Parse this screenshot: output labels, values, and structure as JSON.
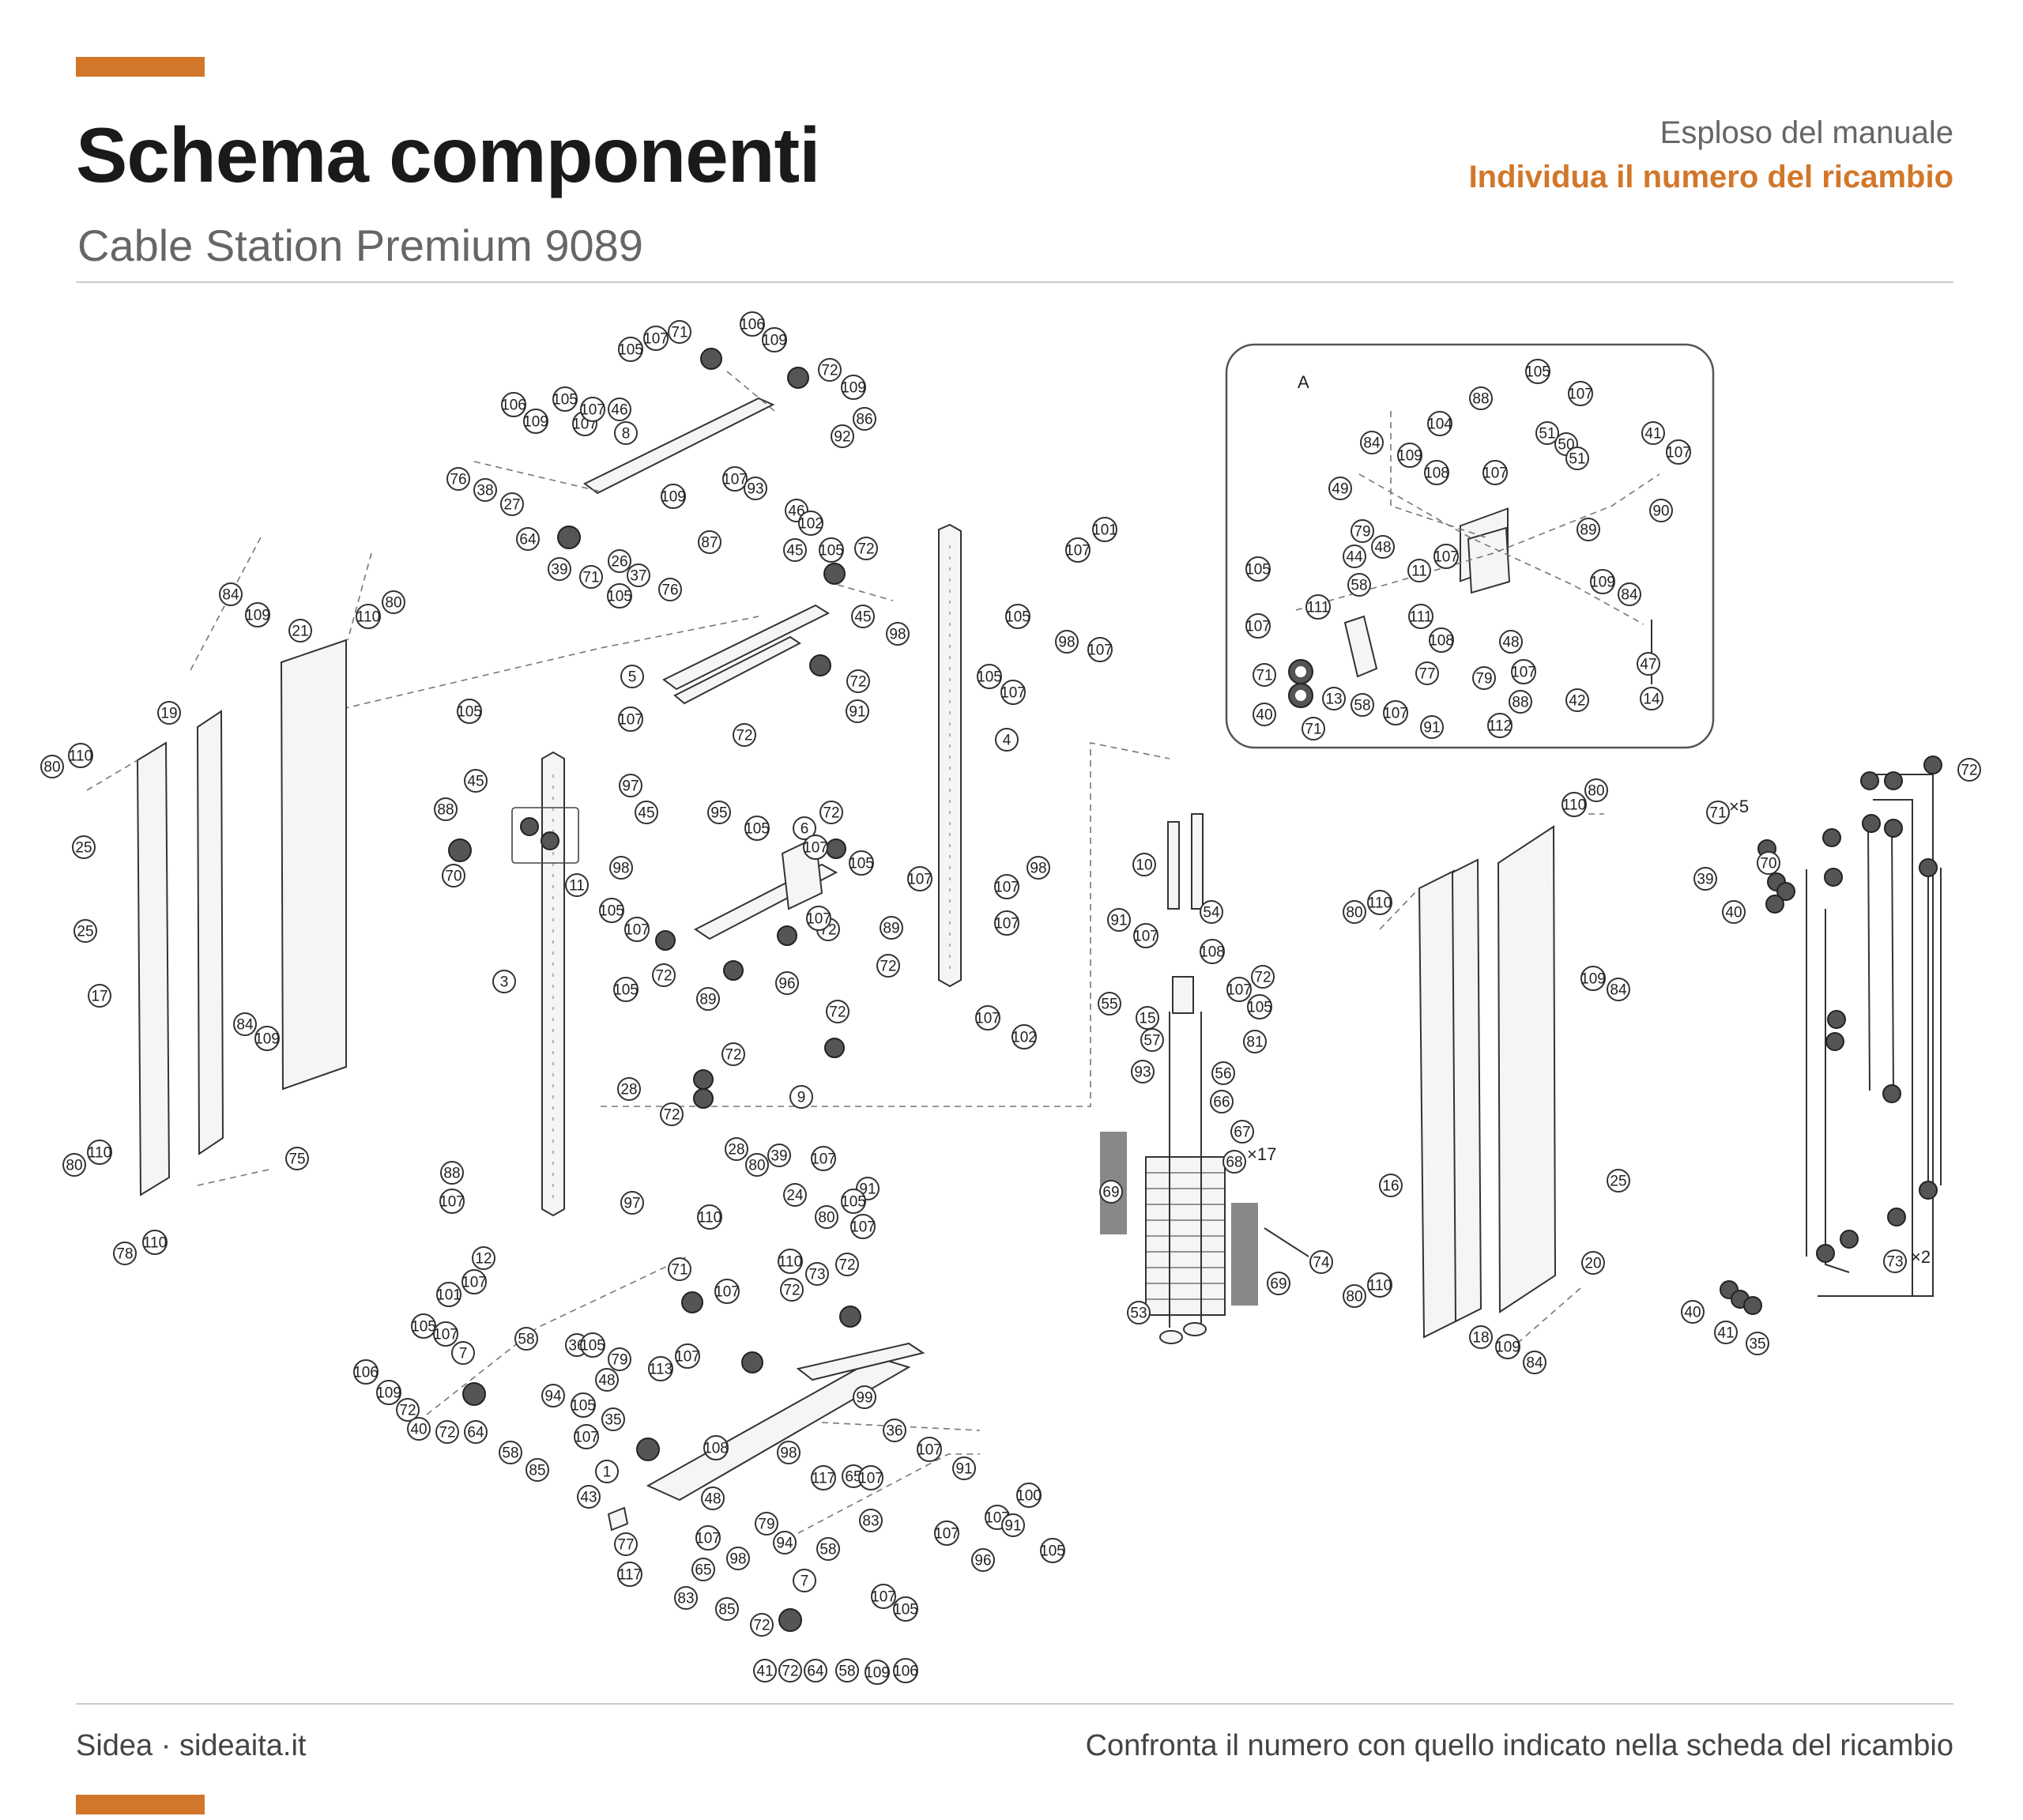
{
  "header": {
    "title": "Schema componenti",
    "subtitle": "Cable Station Premium 9089",
    "caption": "Esploso del manuale",
    "highlight": "Individua il numero del ricambio"
  },
  "footer": {
    "brand": "Sidea · sideaita.it",
    "note": "Confronta il numero con quello indicato nella scheda del ricambio"
  },
  "colors": {
    "accent": "#d2772a",
    "title": "#1a1a1a",
    "muted": "#666666",
    "rule": "#cccccc",
    "line": "#333333"
  },
  "diagram": {
    "detail_label": "A",
    "callouts": {
      "top_assembly": [
        "105",
        "107",
        "71",
        "106",
        "109",
        "72",
        "109",
        "86",
        "105",
        "107",
        "46",
        "8",
        "106",
        "109",
        "107",
        "92",
        "76",
        "38",
        "27",
        "109",
        "107",
        "93",
        "46",
        "102",
        "64",
        "87",
        "39",
        "71",
        "26",
        "37",
        "76",
        "105",
        "45",
        "72",
        "105",
        "45",
        "98",
        "5",
        "72",
        "107",
        "91",
        "72"
      ],
      "main_frame": [
        "105",
        "45",
        "97",
        "88",
        "45",
        "70",
        "11",
        "98",
        "3",
        "95",
        "105",
        "6",
        "72",
        "107",
        "105",
        "107",
        "105",
        "107",
        "72",
        "107",
        "89",
        "72",
        "72",
        "96",
        "89",
        "72",
        "105",
        "72",
        "28",
        "72",
        "9",
        "28",
        "107",
        "91",
        "39",
        "4",
        "107",
        "98",
        "107",
        "102",
        "107",
        "101",
        "107",
        "98",
        "105",
        "107",
        "105",
        "107",
        "88",
        "107",
        "12",
        "97",
        "101",
        "107",
        "78",
        "110",
        "80",
        "110",
        "24",
        "105",
        "107",
        "110",
        "80"
      ],
      "lower_assembly": [
        "105",
        "107",
        "58",
        "106",
        "109",
        "7",
        "72",
        "40",
        "72",
        "64",
        "58",
        "85",
        "94",
        "105",
        "107",
        "35",
        "1",
        "43",
        "48",
        "79",
        "113",
        "108",
        "36",
        "105",
        "107",
        "71",
        "107",
        "73",
        "72",
        "72",
        "99",
        "36",
        "107",
        "98",
        "117",
        "65",
        "107",
        "83",
        "91",
        "107",
        "96",
        "100",
        "48",
        "79",
        "107",
        "98",
        "94",
        "58",
        "77",
        "117",
        "65",
        "83",
        "85",
        "7",
        "72",
        "107",
        "105",
        "41",
        "72",
        "64",
        "58",
        "109",
        "106",
        "105",
        "107",
        "91"
      ],
      "left_panels": [
        "84",
        "109",
        "21",
        "110",
        "80",
        "19",
        "80",
        "110",
        "25",
        "25",
        "17",
        "84",
        "109",
        "80",
        "110",
        "75"
      ],
      "weight_stack": [
        "10",
        "54",
        "91",
        "107",
        "108",
        "55",
        "15",
        "72",
        "107",
        "105",
        "81",
        "57",
        "56",
        "93",
        "66",
        "67",
        "68",
        "69",
        "69",
        "74",
        "53"
      ],
      "right_panels": [
        "80",
        "110",
        "80",
        "110",
        "109",
        "84",
        "16",
        "25",
        "20",
        "80",
        "110",
        "18",
        "109",
        "84"
      ],
      "cable_diagram": [
        "72",
        "71",
        "39",
        "70",
        "40",
        "73",
        "40",
        "41",
        "35"
      ],
      "detail_a": [
        "105",
        "107",
        "88",
        "104",
        "107",
        "108",
        "51",
        "50",
        "51",
        "41",
        "107",
        "90",
        "84",
        "109",
        "49",
        "79",
        "48",
        "44",
        "107",
        "89",
        "105",
        "58",
        "111",
        "11",
        "109",
        "84",
        "111",
        "107",
        "48",
        "108",
        "71",
        "77",
        "47",
        "40",
        "13",
        "58",
        "107",
        "91",
        "112",
        "79",
        "88",
        "42",
        "14",
        "71",
        "107"
      ]
    },
    "multipliers": [
      "×5",
      "×2",
      "×17"
    ]
  }
}
